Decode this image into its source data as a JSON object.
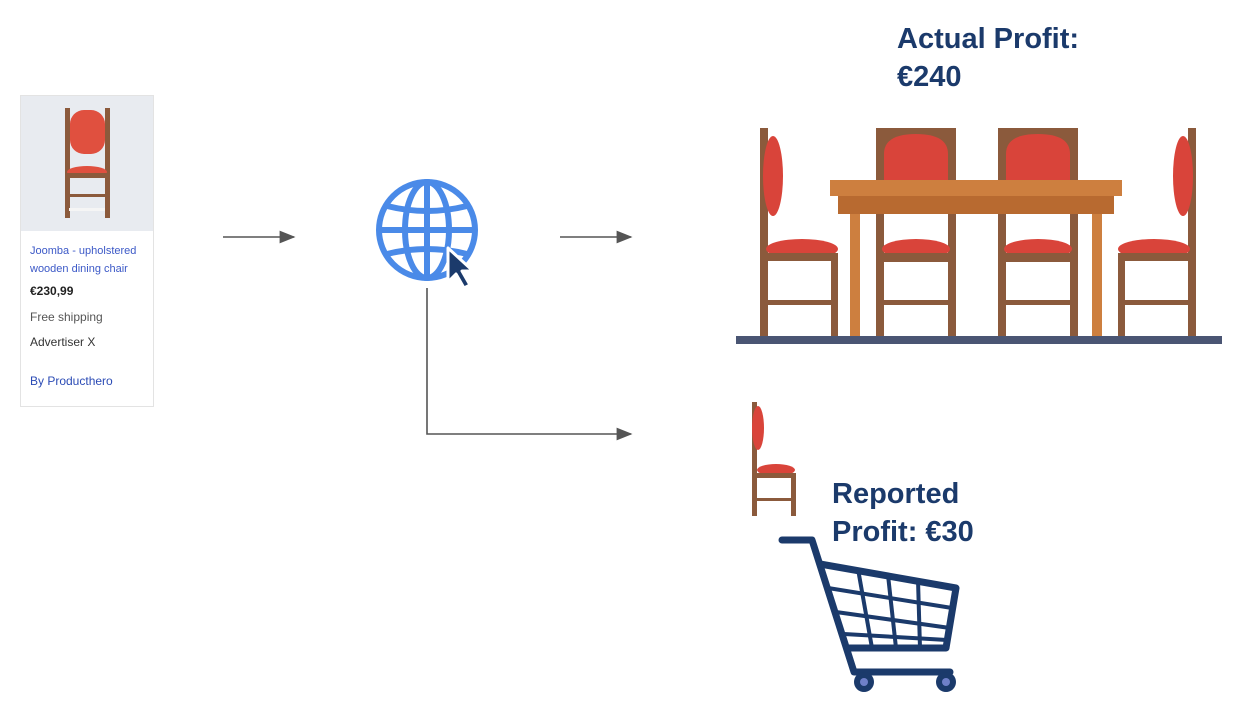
{
  "product_card": {
    "title": "Joomba - upholstered wooden dining chair",
    "price": "€230,99",
    "shipping": "Free shipping",
    "advertiser": "Advertiser X",
    "by_line": "By Producthero"
  },
  "labels": {
    "actual_profit_line1": "Actual Profit:",
    "actual_profit_line2": "€240",
    "reported_profit_line1": "Reported",
    "reported_profit_line2": "Profit: €30"
  },
  "icons": {
    "website": "globe-cursor-icon",
    "cart": "shopping-cart-icon",
    "table_set": "dining-table-set-icon",
    "single_chair": "chair-icon"
  },
  "colors": {
    "label_text": "#1b3a6b",
    "globe": "#4a8ae8",
    "chair_seat": "#d9443a",
    "chair_wood": "#8b5a3c",
    "table_wood": "#cd7f3f",
    "floor": "#4a5573",
    "cart": "#1b3a6b",
    "arrow": "#555555"
  }
}
